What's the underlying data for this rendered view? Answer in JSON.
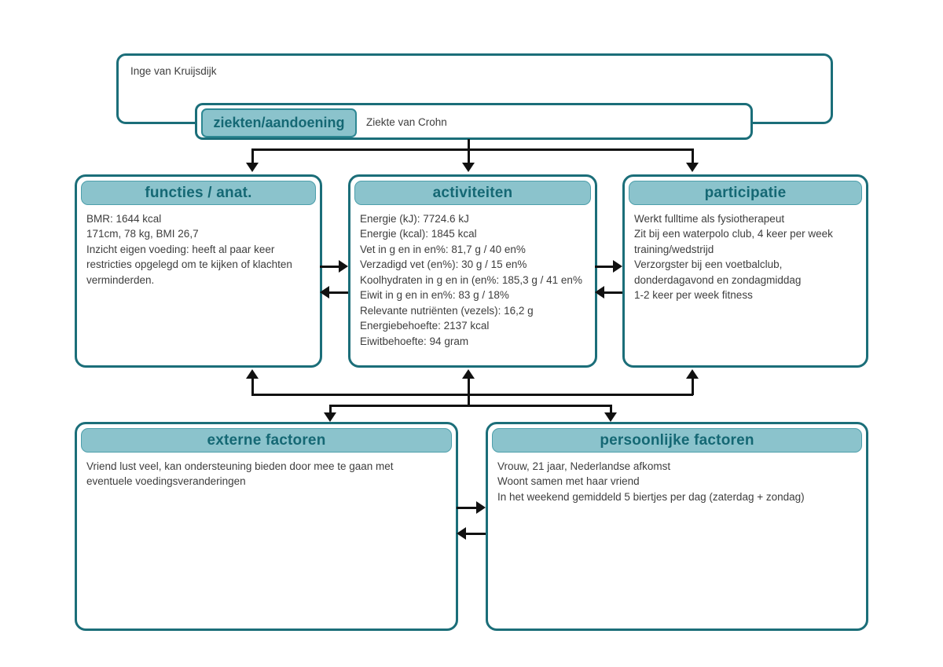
{
  "client": {
    "name": "Inge van Kruijsdijk"
  },
  "disease": {
    "label": "ziekten/aandoening",
    "value": "Ziekte van Crohn"
  },
  "boxes": {
    "functies": {
      "title": "functies / anat.",
      "lines": [
        "BMR: 1644 kcal",
        "171cm, 78 kg, BMI 26,7",
        "Inzicht eigen voeding: heeft al paar keer restricties opgelegd om te kijken of klachten verminderden."
      ]
    },
    "activiteiten": {
      "title": "activiteiten",
      "lines": [
        "Energie (kJ): 7724.6 kJ",
        "Energie (kcal): 1845 kcal",
        "Vet in g en in en%: 81,7 g / 40 en%",
        "Verzadigd vet (en%): 30 g / 15 en%",
        "Koolhydraten in g en in (en%: 185,3 g / 41 en%",
        "Eiwit in g en in en%: 83 g / 18%",
        "Relevante nutriënten (vezels): 16,2 g",
        "Energiebehoefte: 2137 kcal",
        "Eiwitbehoefte: 94 gram"
      ]
    },
    "participatie": {
      "title": "participatie",
      "lines": [
        "Werkt fulltime als fysiotherapeut",
        "Zit bij een waterpolo club, 4 keer per week training/wedstrijd",
        "Verzorgster bij een voetbalclub, donderdagavond en zondagmiddag",
        "1-2 keer per week fitness"
      ]
    },
    "externe": {
      "title": "externe factoren",
      "lines": [
        "Vriend lust veel, kan ondersteuning bieden door mee te gaan met eventuele voedingsveranderingen"
      ]
    },
    "persoonlijke": {
      "title": "persoonlijke factoren",
      "lines": [
        "Vrouw, 21 jaar, Nederlandse afkomst",
        "Woont samen met haar vriend",
        "In het weekend gemiddeld 5 biertjes per dag (zaterdag + zondag)"
      ]
    }
  },
  "colors": {
    "box_border": "#1b6e79",
    "header_fill": "#8bc3cc",
    "header_border": "#4d9fab",
    "header_text": "#156874",
    "label_border": "#2d8893",
    "body_text": "#3d3d3d",
    "arrow": "#111111"
  }
}
